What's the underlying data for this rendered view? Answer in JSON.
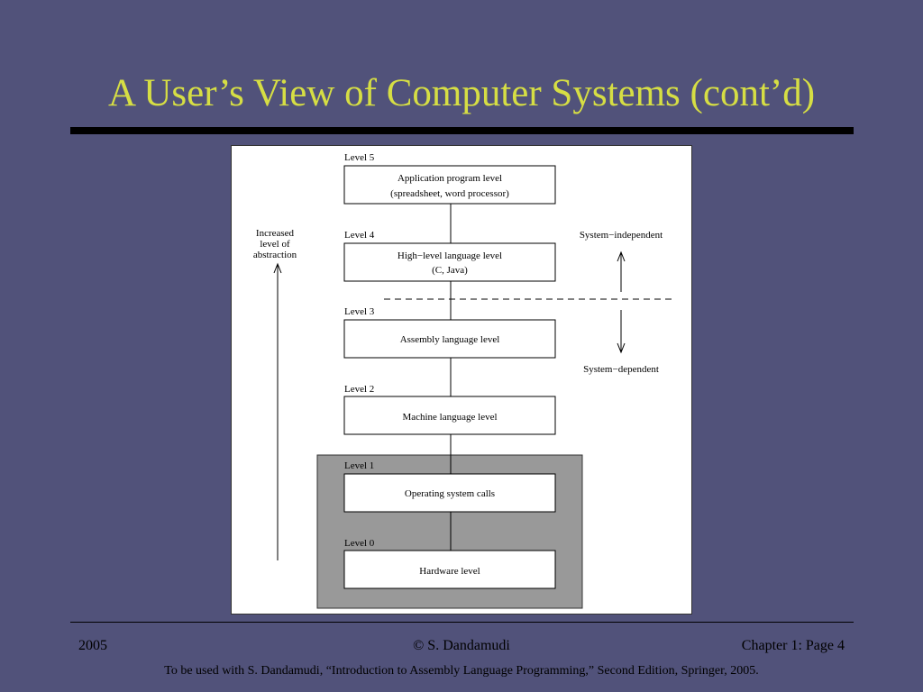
{
  "slide": {
    "title": "A User’s View of Computer Systems (cont’d)",
    "background_color": "#51527a",
    "title_color": "#d6de44"
  },
  "diagram": {
    "levels": [
      {
        "level_label": "Level 5",
        "box_line1": "Application program level",
        "box_line2": "(spreadsheet, word processor)"
      },
      {
        "level_label": "Level 4",
        "box_line1": "High−level language level",
        "box_line2": "(C, Java)"
      },
      {
        "level_label": "Level 3",
        "box_line1": "Assembly language level",
        "box_line2": ""
      },
      {
        "level_label": "Level 2",
        "box_line1": "Machine language level",
        "box_line2": ""
      },
      {
        "level_label": "Level 1",
        "box_line1": "Operating system calls",
        "box_line2": ""
      },
      {
        "level_label": "Level 0",
        "box_line1": "Hardware level",
        "box_line2": ""
      }
    ],
    "abstraction_label": [
      "Increased",
      "level of",
      "abstraction"
    ],
    "system_independent_label": "System−independent",
    "system_dependent_label": "System−dependent",
    "shaded_region_color": "#999999"
  },
  "footer": {
    "year": "2005",
    "author": "© S. Dandamudi",
    "page": "Chapter 1: Page 4",
    "note": "To be used with S. Dandamudi, “Introduction to Assembly Language Programming,” Second Edition, Springer, 2005."
  }
}
